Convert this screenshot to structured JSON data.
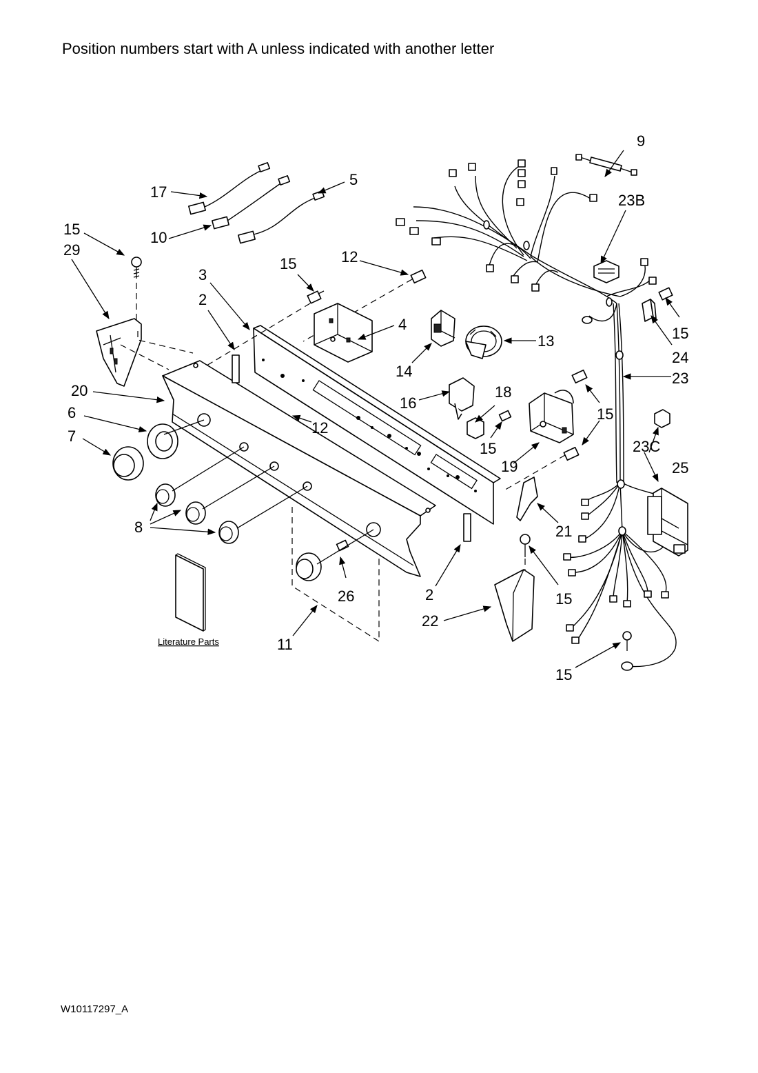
{
  "header": {
    "note": "Position numbers start with A unless indicated with another letter"
  },
  "footer": {
    "doc_code": "W10117297_A"
  },
  "literature": {
    "label": "Literature Parts"
  },
  "callouts": {
    "c9": "9",
    "c17": "17",
    "c5": "5",
    "c23b": "23B",
    "c15a": "15",
    "c29": "29",
    "c10": "10",
    "c3": "3",
    "c2a": "2",
    "c15b": "15",
    "c12a": "12",
    "c4": "4",
    "c13": "13",
    "c14": "14",
    "c15c": "15",
    "c24": "24",
    "c23": "23",
    "c20": "20",
    "c16": "16",
    "c18": "18",
    "c6": "6",
    "c12b": "12",
    "c15d": "15",
    "c7": "7",
    "c15e": "15",
    "c23c": "23C",
    "c25": "25",
    "c19": "19",
    "c21": "21",
    "c8": "8",
    "c2b": "2",
    "c26": "26",
    "c15f": "15",
    "c22": "22",
    "c11": "11",
    "c15g": "15"
  }
}
